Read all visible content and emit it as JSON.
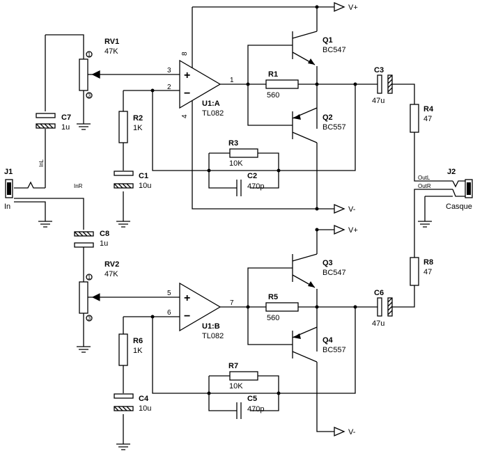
{
  "components": {
    "rv1": {
      "ref": "RV1",
      "value": "47K"
    },
    "rv2": {
      "ref": "RV2",
      "value": "47K"
    },
    "c7": {
      "ref": "C7",
      "value": "1u"
    },
    "c8": {
      "ref": "C8",
      "value": "1u"
    },
    "r2": {
      "ref": "R2",
      "value": "1K"
    },
    "c1": {
      "ref": "C1",
      "value": "10u"
    },
    "r6": {
      "ref": "R6",
      "value": "1K"
    },
    "c4": {
      "ref": "C4",
      "value": "10u"
    },
    "u1a": {
      "ref": "U1:A",
      "value": "TL082"
    },
    "u1b": {
      "ref": "U1:B",
      "value": "TL082"
    },
    "r1": {
      "ref": "R1",
      "value": "560"
    },
    "r5": {
      "ref": "R5",
      "value": "560"
    },
    "r3": {
      "ref": "R3",
      "value": "10K"
    },
    "r7": {
      "ref": "R7",
      "value": "10K"
    },
    "c2": {
      "ref": "C2",
      "value": "470p"
    },
    "c5": {
      "ref": "C5",
      "value": "470p"
    },
    "q1": {
      "ref": "Q1",
      "value": "BC547"
    },
    "q2": {
      "ref": "Q2",
      "value": "BC557"
    },
    "q3": {
      "ref": "Q3",
      "value": "BC547"
    },
    "q4": {
      "ref": "Q4",
      "value": "BC557"
    },
    "c3": {
      "ref": "C3",
      "value": "47u"
    },
    "c6": {
      "ref": "C6",
      "value": "47u"
    },
    "r4": {
      "ref": "R4",
      "value": "47"
    },
    "r8": {
      "ref": "R8",
      "value": "47"
    },
    "j1": {
      "ref": "J1",
      "value": "In"
    },
    "j2": {
      "ref": "J2",
      "value": "Casque"
    }
  },
  "pins": {
    "u1a_in_plus": "3",
    "u1a_in_minus": "2",
    "u1a_out": "1",
    "u1a_vcc": "8",
    "u1a_vee": "4",
    "u1b_in_plus": "5",
    "u1b_in_minus": "6",
    "u1b_out": "7",
    "rv_top": "1",
    "rv_bottom": "3"
  },
  "opamp_signs": {
    "plus": "+",
    "minus": "−"
  },
  "nets": {
    "in_l": "InL",
    "in_r": "InR",
    "out_l": "OutL",
    "out_r": "OutR"
  },
  "rails": {
    "vplus": "V+",
    "vminus": "V-"
  }
}
